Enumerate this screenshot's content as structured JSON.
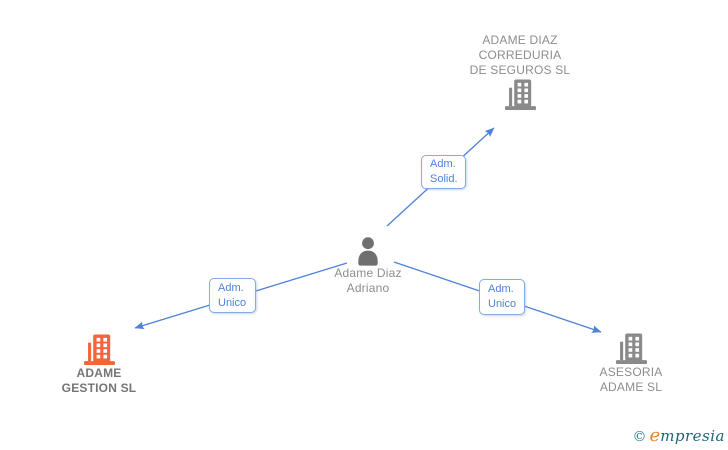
{
  "colors": {
    "connector": "#4e82d8",
    "label_border": "#86abe3",
    "label_text": "#4e82d8",
    "building_gray": "#8a8a8a",
    "building_highlight": "#f4653c",
    "person_gray": "#6f6f6f",
    "company_text": "#8d8d8d",
    "company_text_highlight": "#757575",
    "watermark_teal": "#1d6277",
    "watermark_orange": "#e8831d"
  },
  "nodes": {
    "company_top": {
      "lines": [
        "ADAME DIAZ",
        "CORREDURIA",
        "DE SEGUROS SL"
      ]
    },
    "person": {
      "lines": [
        "Adame Diaz",
        "Adriano"
      ]
    },
    "company_left": {
      "lines": [
        "ADAME",
        "GESTION SL"
      ]
    },
    "company_right": {
      "lines": [
        "ASESORIA",
        "ADAME SL"
      ]
    }
  },
  "edge_labels": {
    "top": {
      "lines": [
        "Adm.",
        "Solid."
      ]
    },
    "left": {
      "lines": [
        "Adm.",
        "Unico"
      ]
    },
    "right": {
      "lines": [
        "Adm.",
        "Unico"
      ]
    }
  },
  "watermark": {
    "copyright_symbol": "©",
    "brand_initial": "e",
    "brand_rest": "mpresia"
  }
}
